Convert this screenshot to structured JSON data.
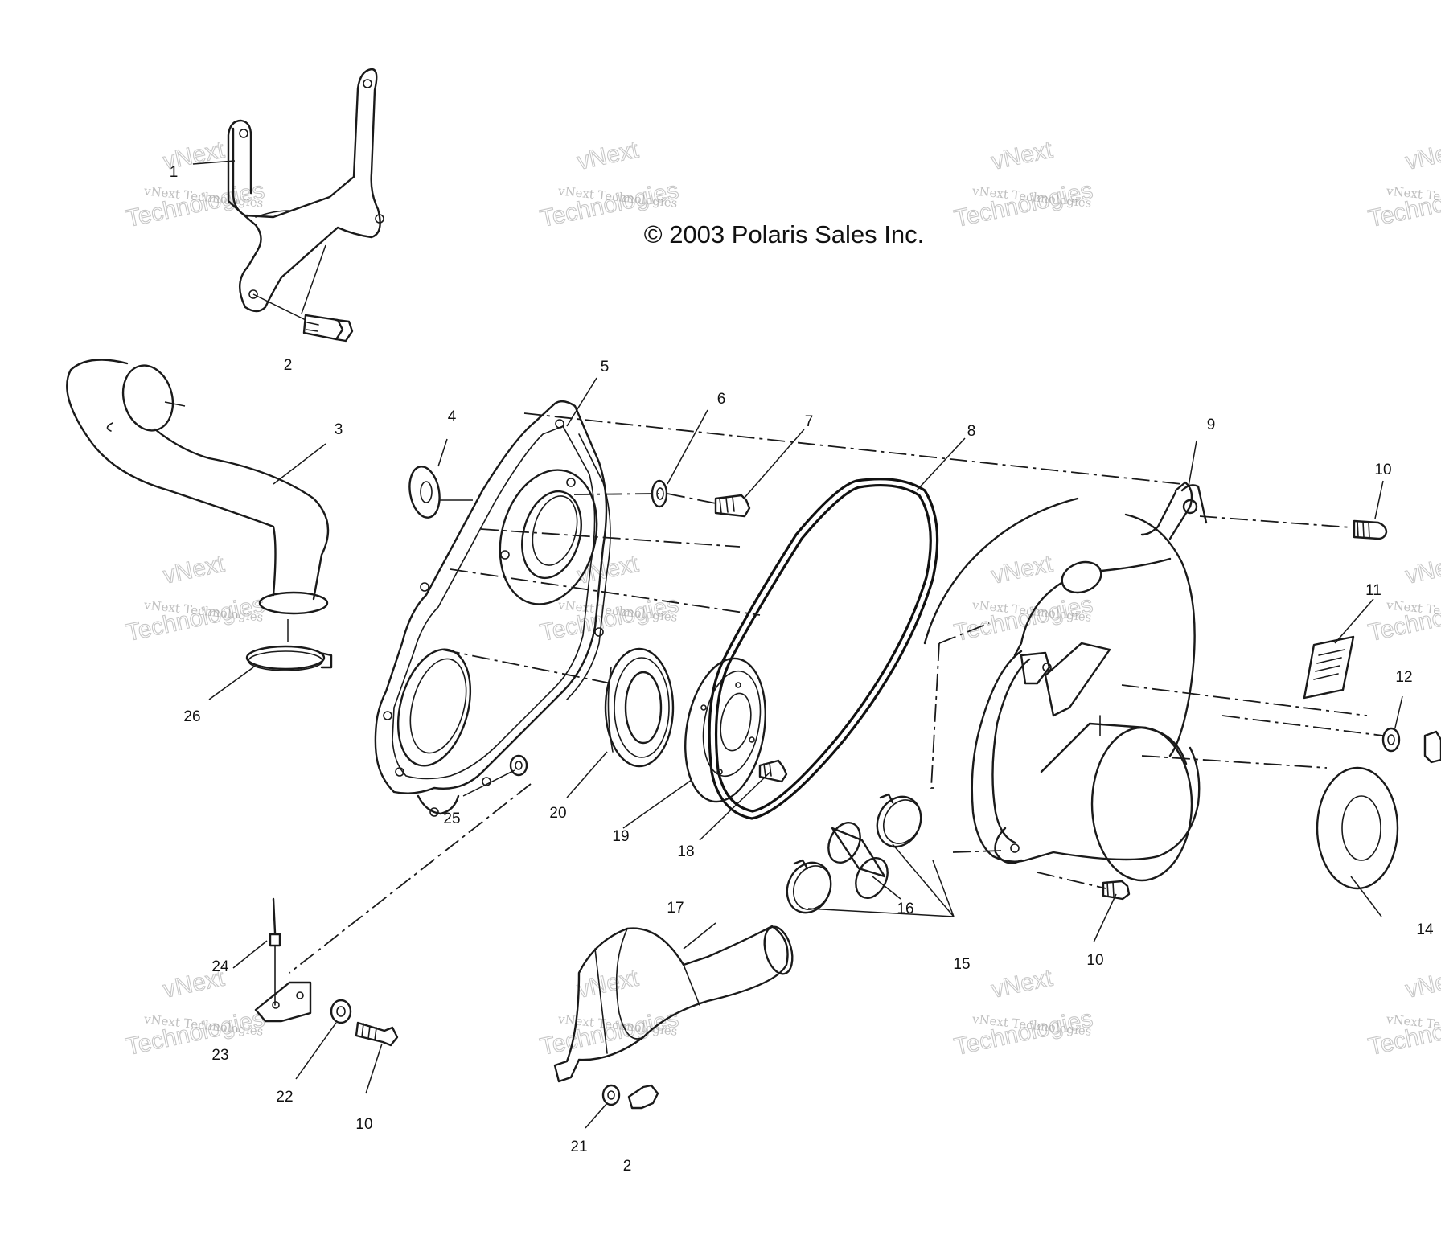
{
  "copyright": "© 2003 Polaris Sales Inc.",
  "watermark": {
    "small": "vNext Technologies",
    "top": "vNext",
    "big": "Technologies"
  },
  "callouts": [
    "1",
    "2",
    "3",
    "4",
    "5",
    "6",
    "7",
    "8",
    "9",
    "10",
    "11",
    "12",
    "14",
    "15",
    "16",
    "17",
    "18",
    "19",
    "20",
    "21",
    "2",
    "10",
    "22",
    "23",
    "24",
    "25",
    "26",
    "10"
  ]
}
